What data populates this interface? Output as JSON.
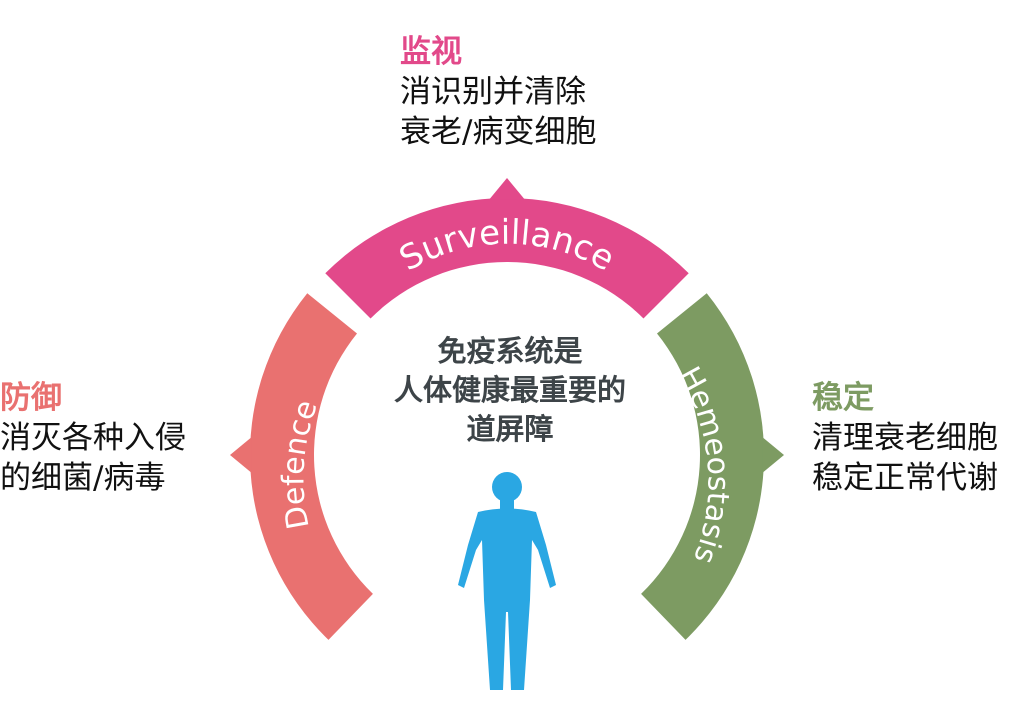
{
  "colors": {
    "surveillance": "#e2498a",
    "defence": "#e97170",
    "hemeostasis": "#7d9b62",
    "figure": "#2aa7e3",
    "center_text": "#3d4448"
  },
  "surveillance": {
    "label": "Surveillance",
    "title": "监视",
    "lines": [
      "消识别并清除",
      "衰老/病变细胞"
    ]
  },
  "defence": {
    "label": "Defence",
    "title": "防御",
    "lines": [
      "消灭各种入侵",
      "的细菌/病毒"
    ]
  },
  "hemeostasis": {
    "label": "Hemeostasis",
    "title": "稳定",
    "lines": [
      "清理衰老细胞",
      "稳定正常代谢"
    ]
  },
  "center": {
    "lines": [
      "免疫系统是",
      "人体健康最重要的",
      "道屏障"
    ]
  },
  "figure": {
    "icon": "human-body-icon"
  }
}
